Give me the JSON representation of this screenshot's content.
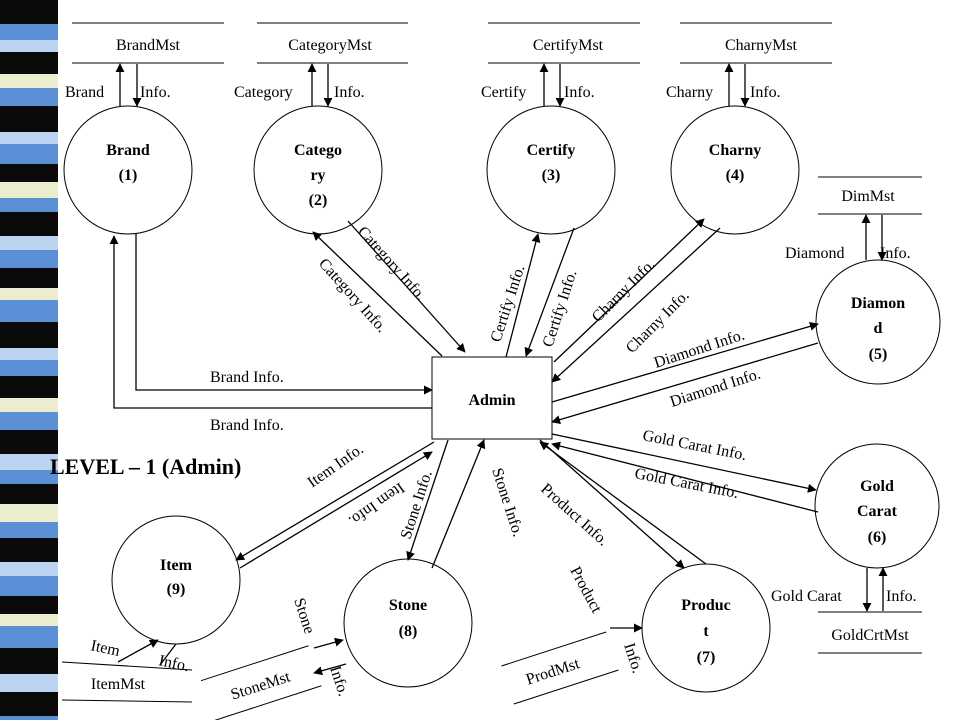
{
  "title": "LEVEL – 1 (Admin)",
  "center": "Admin",
  "processes": {
    "brand": [
      "Brand",
      "(1)"
    ],
    "category": [
      "Catego",
      "ry",
      "(2)"
    ],
    "certify": [
      "Certify",
      "(3)"
    ],
    "charny": [
      "Charny",
      "(4)"
    ],
    "diamond": [
      "Diamon",
      "d",
      "(5)"
    ],
    "goldcarat": [
      "Gold",
      "Carat",
      "(6)"
    ],
    "product": [
      "Produc",
      "t",
      "(7)"
    ],
    "stone": [
      "Stone",
      "(8)"
    ],
    "item": [
      "Item",
      "(9)"
    ]
  },
  "stores": {
    "brand": "BrandMst",
    "category": "CategoryMst",
    "certify": "CertifyMst",
    "charny": "CharnyMst",
    "dim": "DimMst",
    "goldcrt": "GoldCrtMst",
    "prod": "ProdMst",
    "stone": "StoneMst",
    "item": "ItemMst"
  },
  "store_flows": {
    "brand": [
      "Brand",
      "Info."
    ],
    "category": [
      "Category",
      "Info."
    ],
    "certify": [
      "Certify",
      "Info."
    ],
    "charny": [
      "Charny",
      "Info."
    ],
    "diamond": [
      "Diamond",
      "Info."
    ],
    "goldcarat": [
      "Gold Carat",
      "Info."
    ],
    "product": [
      "Product",
      "Info."
    ],
    "stone": [
      "Stone",
      "Info."
    ],
    "item": [
      "Item",
      "Info."
    ]
  },
  "admin_flows": {
    "brand_in": "Brand Info.",
    "brand_out": "Brand Info.",
    "category_in": "Category Info.",
    "category_out": "Category Info.",
    "certify_in": "Certify Info.",
    "certify_out": "Certify Info.",
    "charny_in": "Charny Info.",
    "charny_out": "Charny Info.",
    "diamond_in": "Diamond Info.",
    "diamond_out": "Diamond Info.",
    "gold_in": "Gold Carat Info.",
    "gold_out": "Gold Carat Info.",
    "product": "Product Info.",
    "stone_in": "Stone Info.",
    "stone_out": "Stone Info.",
    "item_in": "Item Info.",
    "item_out": "Item Info."
  },
  "colors": {
    "dark": "#0a0a0a",
    "blue": "#5b8fd6",
    "light": "#bcd4f2",
    "cream": "#ececcf"
  }
}
